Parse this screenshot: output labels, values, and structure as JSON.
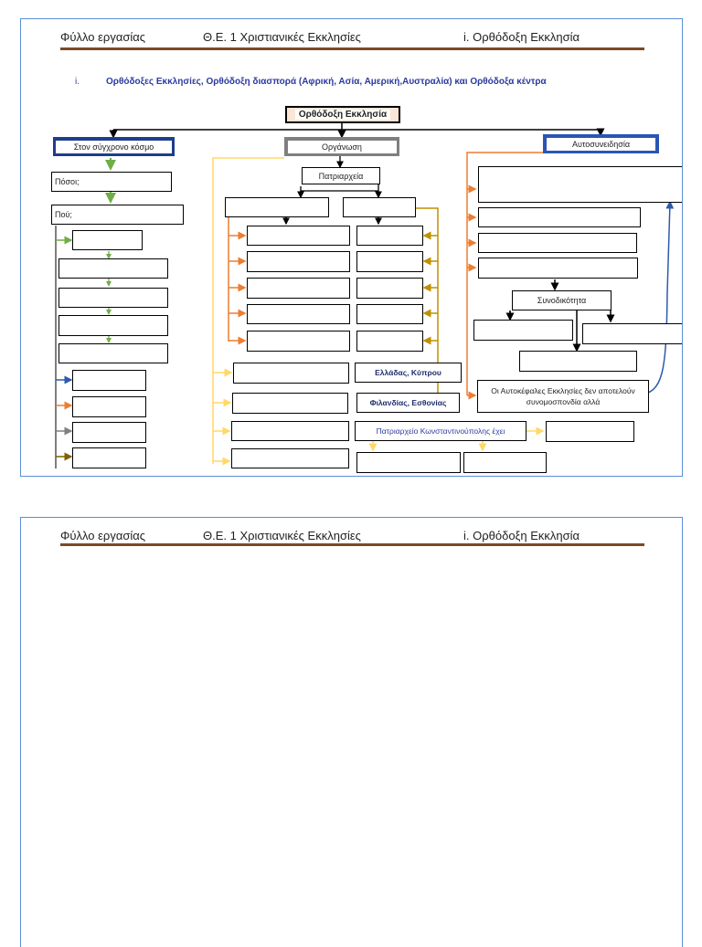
{
  "header": {
    "left": "Φύλλο εργασίας",
    "center": "Θ.Ε. 1 Χριστιανικές Εκκλησίες",
    "right": "i. Ορθόδοξη Εκκλησία"
  },
  "section": {
    "number": "i.",
    "title": "Ορθόδοξες Εκκλησίες, Ορθόδοξη διασπορά (Αφρική, Ασία, Αμερική,Αυστραλία) και Ορθόδοξα κέντρα"
  },
  "diagram": {
    "root": "Ορθόδοξη Εκκλησία",
    "branches": {
      "left": "Στον σύγχρονο κόσμο",
      "middle": "Οργάνωση",
      "right": "Αυτοσυνειδησία"
    },
    "left_prompts": {
      "how_many": "Πόσοι;",
      "where": "Πού;"
    },
    "patriarchates": "Πατριαρχεία",
    "churches_1": "Ελλάδας, Κύπρου",
    "churches_2": "Φιλανδίας, Εσθονίας",
    "constantinople": "Πατριαρχείο Κωνσταντινούπολης έχει",
    "synodality": "Συνοδικότητα",
    "autocephalous": "Οι Αυτοκέφαλες Εκκλησίες δεν αποτελούν συνομοσπονδία αλλά"
  },
  "colors": {
    "title": "#2b3aa0",
    "rule": "#7a4a26",
    "page_border": "#5b8fd6",
    "left_branch_fill": "#1f3d8f",
    "middle_branch_fill": "#7f7f7f",
    "right_branch_fill": "#2b55b5",
    "arrow_green": "#70ad47",
    "arrow_orange": "#ed7d31",
    "arrow_yellow": "#ffd966",
    "arrow_gold": "#bf9000",
    "arrow_blue": "#2e5aac"
  }
}
